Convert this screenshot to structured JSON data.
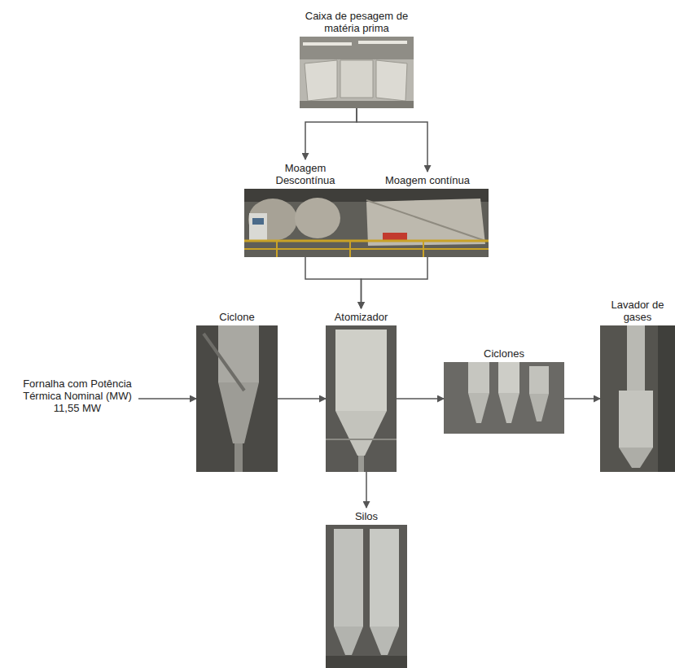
{
  "diagram": {
    "nodes": [
      {
        "text": [
          "Caixa de pesagem de matéria prima"
        ]
      },
      {
        "text": [
          "Moagem Descontínua"
        ]
      },
      {
        "text": [
          "Moagem contínua"
        ]
      },
      {
        "text": [
          "Fornalha com Potência Térmica Nominal (MW) 11,55 MW"
        ]
      },
      {
        "text": [
          "Ciclone"
        ]
      },
      {
        "text": [
          "Atomizador"
        ]
      },
      {
        "text": [
          "Ciclones"
        ]
      },
      {
        "text": [
          "Lavador de gases"
        ]
      },
      {
        "text": [
          "Silos"
        ]
      }
    ],
    "edges": [
      {
        "from": 0,
        "to": 1,
        "arrow": "to"
      },
      {
        "from": 0,
        "to": 2,
        "arrow": "to"
      },
      {
        "from": 1,
        "to": 5,
        "arrow": "to"
      },
      {
        "from": 2,
        "to": 5,
        "arrow": "to"
      },
      {
        "from": 3,
        "to": 4,
        "arrow": "to"
      },
      {
        "from": 4,
        "to": 5,
        "arrow": "to"
      },
      {
        "from": 5,
        "to": 6,
        "arrow": "to"
      },
      {
        "from": 6,
        "to": 7,
        "arrow": "to"
      },
      {
        "from": 5,
        "to": 8,
        "arrow": "to"
      }
    ]
  }
}
